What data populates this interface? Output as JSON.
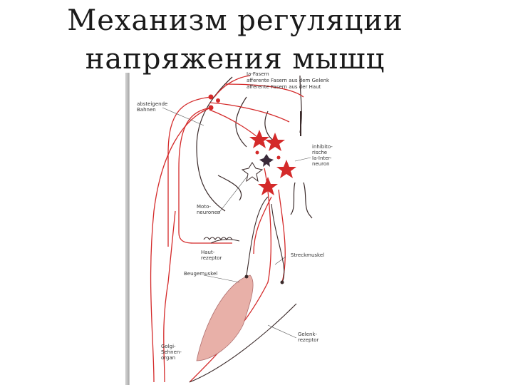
{
  "title": {
    "line1": "Механизм регуляции",
    "line2": "напряжения мышц"
  },
  "labels": {
    "fiber_ia": "Ia-Fasern",
    "fiber_joint": "afferente Fasern aus dem Gelenk",
    "fiber_skin": "afferente Fasern aus der Haut",
    "descending_1": "absteigende",
    "descending_2": "Bahnen",
    "interneuron_1": "inhibito-",
    "interneuron_2": "rische",
    "interneuron_3": "Ia-Inter-",
    "interneuron_4": "neuron",
    "motoneuron_1": "Moto-",
    "motoneuron_2": "neuronen",
    "skin_receptor_1": "Haut-",
    "skin_receptor_2": "rezeptor",
    "extensor": "Streckmuskel",
    "flexor": "Beugemuskel",
    "joint_receptor_1": "Gelenk-",
    "joint_receptor_2": "rezeptor",
    "golgi_1": "Golgi-",
    "golgi_2": "Sehnen-",
    "golgi_3": "organ"
  },
  "colors": {
    "red": "#d42a2a",
    "dark": "#3a2a2a",
    "muscle": "#e8b0a8"
  }
}
